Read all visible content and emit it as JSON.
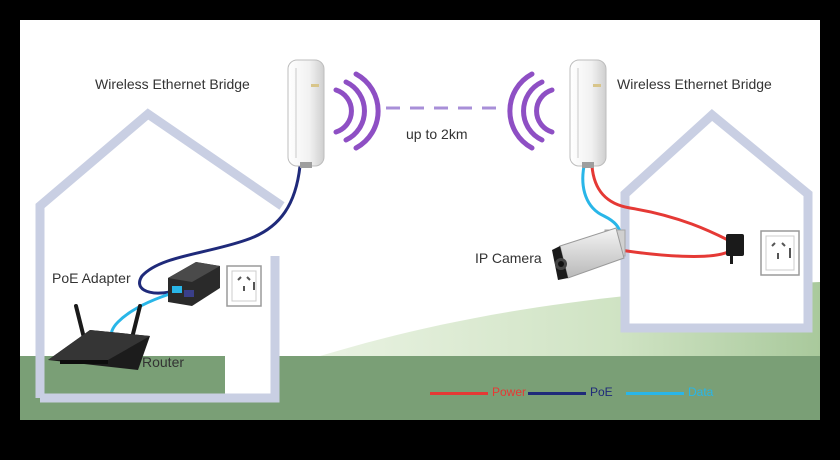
{
  "labels": {
    "bridge_left": "Wireless Ethernet Bridge",
    "bridge_right": "Wireless Ethernet Bridge",
    "distance": "up to 2km",
    "poe_adapter": "PoE Adapter",
    "router": "Router",
    "ip_camera": "IP Camera"
  },
  "legend": [
    {
      "label": "Power",
      "color": "#e53935"
    },
    {
      "label": "PoE",
      "color": "#1f2a7a"
    },
    {
      "label": "Data",
      "color": "#29b6e8"
    }
  ],
  "colors": {
    "power": "#e53935",
    "poe": "#1f2a7a",
    "data": "#29b6e8",
    "signal": "#8e4fc4",
    "link": "#a88fd8",
    "ground": "#7a9f76",
    "house": "#c9cfe3"
  }
}
